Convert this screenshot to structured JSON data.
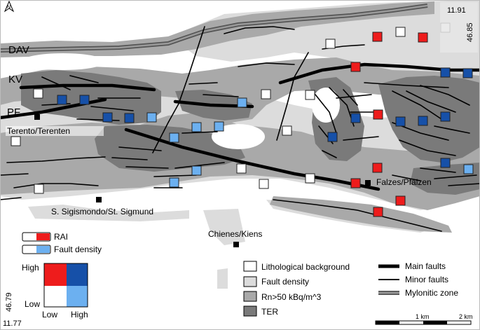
{
  "north_arrow": {
    "label": "N"
  },
  "coords": {
    "top_right_lon": "11.91",
    "top_right_lat": "46.85",
    "bottom_left_lat": "46.79",
    "bottom_left_lon": "11.77"
  },
  "fault_labels": {
    "dav": "DAV",
    "kv": "KV",
    "pf": "PF"
  },
  "towns": {
    "terento": "Terento/Terenten",
    "falzes": "Falzes/Pfalzen",
    "sigismondo": "S. Sigismondo/St. Sigmund",
    "chienes": "Chienes/Kiens"
  },
  "legend_left": {
    "rai": "RAI",
    "fault_density": "Fault density",
    "matrix": {
      "high_y": "High",
      "low_y": "Low",
      "low_x": "Low",
      "high_x": "High"
    }
  },
  "legend_right": {
    "lithological": "Lithological background",
    "fault_density": "Fault density",
    "rn": "Rn>50 kBq/m^3",
    "ter": "TER",
    "main_faults": "Main faults",
    "minor_faults": "Minor faults",
    "mylonitic": "Mylonitic zone"
  },
  "scale_bar": {
    "label_1": "1 km",
    "label_2": "2 km"
  },
  "colors": {
    "ter": "#7a7a7a",
    "rn": "#a9a9a9",
    "fault_density": "#dcdcdc",
    "red": "#ee1c1c",
    "dark_blue": "#1650a8",
    "light_blue": "#6cb0f0"
  }
}
